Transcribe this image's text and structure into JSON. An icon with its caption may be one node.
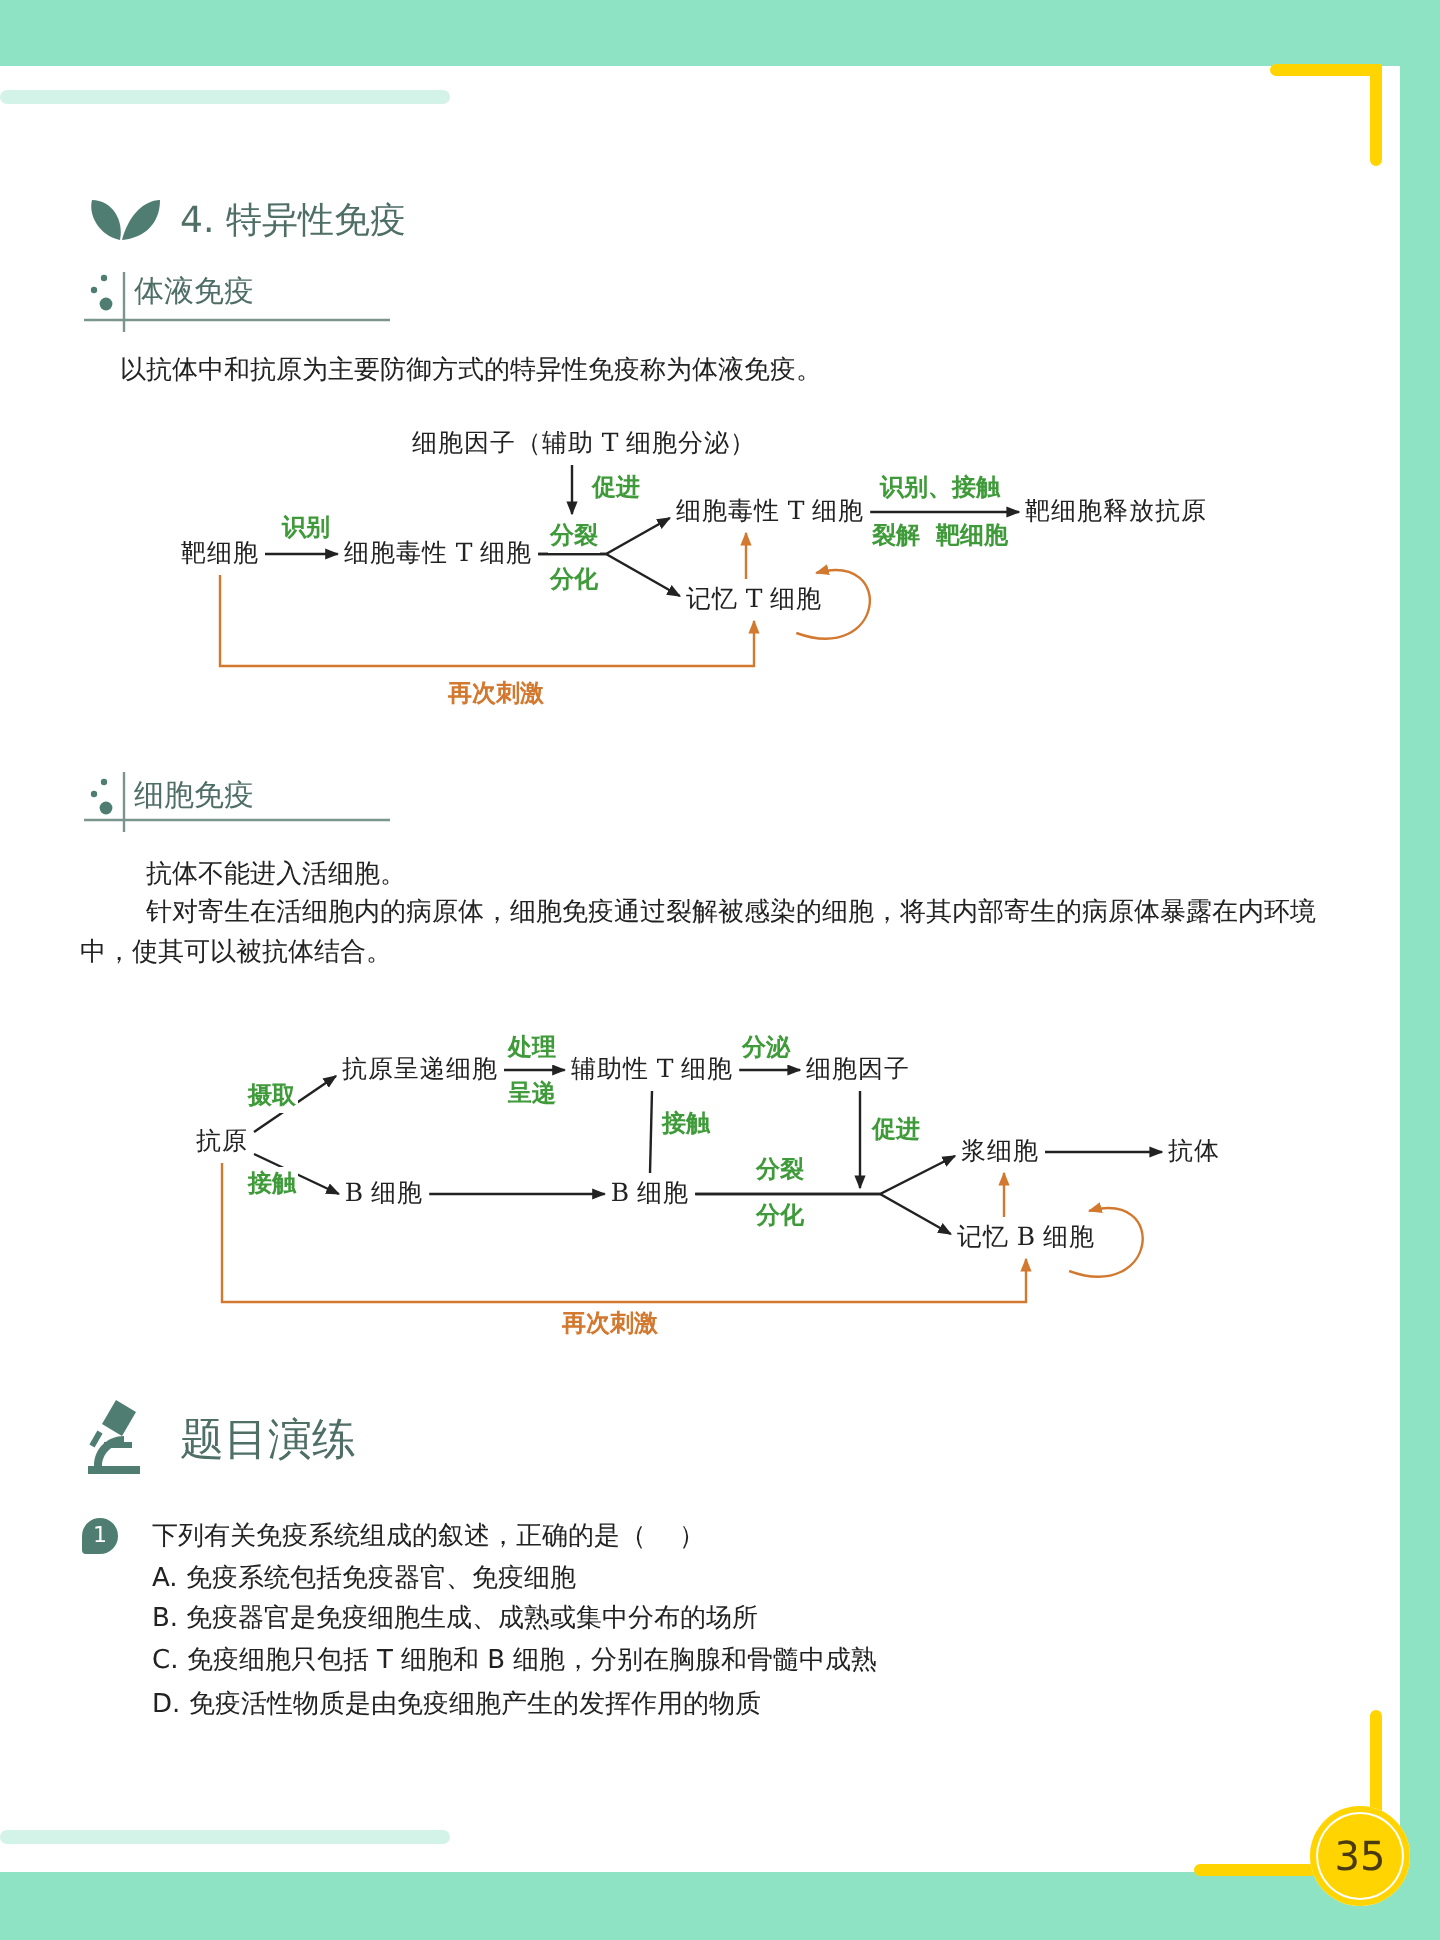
{
  "diagram": {
    "title": "4. 特异性免疫",
    "nodes": [
      {
        "text": [
          "靶细胞"
        ]
      },
      {
        "text": [
          "细胞毒性 T 细胞"
        ]
      },
      {
        "text": [
          "细胞因子（辅助 T 细胞分泌）"
        ]
      },
      {
        "text": [
          "细胞毒性 T 细胞"
        ]
      },
      {
        "text": [
          "记忆 T 细胞"
        ]
      },
      {
        "text": [
          "靶细胞释放抗原"
        ]
      },
      {
        "text": [
          "抗原"
        ]
      },
      {
        "text": [
          "抗原呈递细胞"
        ]
      },
      {
        "text": [
          "辅助性 T 细胞"
        ]
      },
      {
        "text": [
          "细胞因子"
        ]
      },
      {
        "text": [
          "B 细胞"
        ]
      },
      {
        "text": [
          "B 细胞"
        ]
      },
      {
        "text": [
          "浆细胞"
        ]
      },
      {
        "text": [
          "记忆 B 细胞"
        ]
      },
      {
        "text": [
          "抗体"
        ]
      }
    ],
    "edges": [
      {
        "from": 0,
        "to": 1,
        "arrow": "to",
        "label": "识别"
      },
      {
        "from": 1,
        "to": 3,
        "arrow": "to",
        "label": "分裂"
      },
      {
        "from": 1,
        "to": 4,
        "arrow": "to",
        "label": "分化"
      },
      {
        "from": 2,
        "to": 1,
        "arrow": "to",
        "label": "促进"
      },
      {
        "from": 3,
        "to": 5,
        "arrow": "to",
        "label": "识别、接触"
      },
      {
        "from": 4,
        "to": 3,
        "arrow": "to",
        "color": "#d2782f"
      },
      {
        "from": 4,
        "to": 4,
        "arrow": "to",
        "color": "#d2782f"
      },
      {
        "from": 0,
        "to": 4,
        "arrow": "to",
        "label": "再次刺激",
        "color": "#d2782f"
      },
      {
        "from": 6,
        "to": 7,
        "arrow": "to",
        "label": "摄取"
      },
      {
        "from": 6,
        "to": 10,
        "arrow": "to",
        "label": "接触"
      },
      {
        "from": 7,
        "to": 8,
        "arrow": "to",
        "label": "处理"
      },
      {
        "from": 8,
        "to": 9,
        "arrow": "to",
        "label": "分泌"
      },
      {
        "from": 8,
        "to": 11,
        "arrow": "none",
        "label": "接触"
      },
      {
        "from": 10,
        "to": 11,
        "arrow": "to"
      },
      {
        "from": 11,
        "to": 12,
        "arrow": "to",
        "label": "分裂"
      },
      {
        "from": 11,
        "to": 13,
        "arrow": "to",
        "label": "分化"
      },
      {
        "from": 9,
        "to": null,
        "arrow": "to",
        "label": "促进"
      },
      {
        "from": 12,
        "to": 14,
        "arrow": "to"
      },
      {
        "from": 13,
        "to": 12,
        "arrow": "to",
        "color": "#d2782f"
      },
      {
        "from": 13,
        "to": 13,
        "arrow": "to",
        "color": "#d2782f"
      },
      {
        "from": 6,
        "to": 13,
        "arrow": "to",
        "label": "再次刺激",
        "color": "#d2782f"
      }
    ],
    "labels": [
      "体液免疫",
      "以抗体中和抗原为主要防御方式的特异性免疫称为体液免疫。",
      "裂解  靶细胞",
      "细胞免疫",
      "抗体不能进入活细胞。",
      "针对寄生在活细胞内的病原体，细胞免疫通过裂解被感染的细胞，将其内部寄生的病原体暴露在内环境中，使其可以被抗体结合。",
      "呈递",
      "题目演练",
      "1",
      "下列有关免疫系统组成的叙述，正确的是（    ）",
      "A. 免疫系统包括免疫器官、免疫细胞",
      "B. 免疫器官是免疫细胞生成、成熟或集中分布的场所",
      "C. 免疫细胞只包括 T 细胞和 B 细胞，分别在胸腺和骨髓中成熟",
      "D. 免疫活性物质是由免疫细胞产生的发挥作用的物质",
      "35"
    ]
  }
}
